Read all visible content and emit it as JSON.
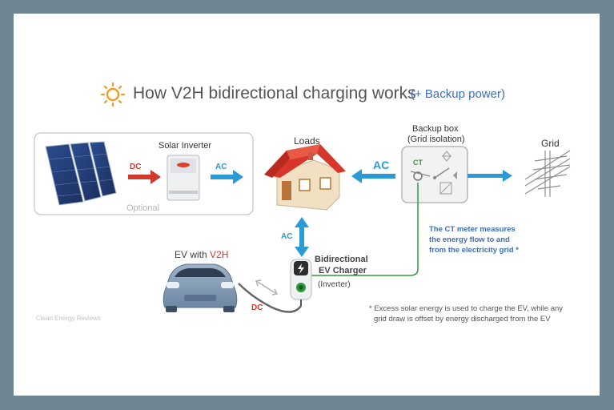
{
  "title": "How V2H bidirectional charging works",
  "subtitle": "(+ Backup power)",
  "labels": {
    "solar_inverter": "Solar Inverter",
    "dc_top": "DC",
    "ac_top": "AC",
    "optional": "Optional",
    "loads": "Loads",
    "backup_box_line1": "Backup box",
    "backup_box_line2": "(Grid isolation)",
    "ac_big": "AC",
    "ct": "CT",
    "grid": "Grid",
    "ac_vertical": "AC",
    "charger_line1": "Bidirectional",
    "charger_line2": "EV Charger",
    "charger_line3": "(Inverter)",
    "ev_prefix": "EV with ",
    "ev_highlight": "V2H",
    "dc_bottom": "DC",
    "ct_note_line1": "The CT meter measures",
    "ct_note_line2": "the energy flow to and",
    "ct_note_line3": "from the electricity grid *",
    "footnote_line1": "* Excess solar energy is used to charge the EV, while any",
    "footnote_line2": "grid draw is offset by energy discharged from the EV",
    "watermark": "Clean Energy Reviews"
  },
  "colors": {
    "border": "#6f8593",
    "ac_arrow": "#2b9bd8",
    "dc_arrow": "#d0392b",
    "ct_wire": "#2e9a3c",
    "note_text": "#3d6fb6",
    "sun": "#f39a1e",
    "roof": "#d6362b"
  },
  "icons": [
    "sun-icon",
    "solar-panel-icon",
    "inverter-icon",
    "house-icon",
    "backup-box-icon",
    "grid-tower-icon",
    "ev-charger-icon",
    "car-icon"
  ]
}
